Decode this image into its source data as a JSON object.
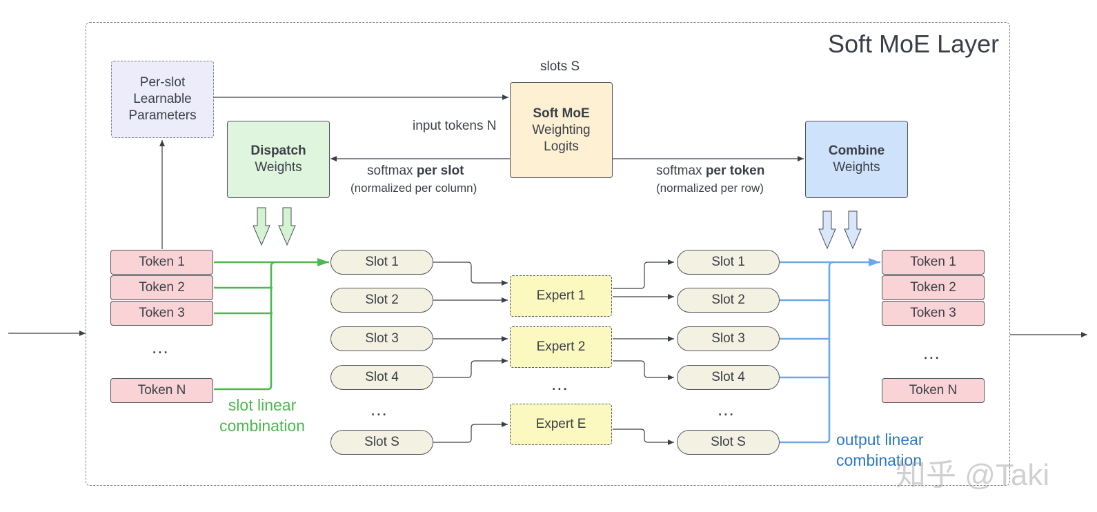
{
  "layer_title": "Soft MoE Layer",
  "per_slot_params": [
    "Per-slot",
    "Learnable",
    "Parameters"
  ],
  "slots_label": "slots S",
  "input_tokens_label": "input tokens N",
  "soft_moe": {
    "bold": "Soft MoE",
    "rest": [
      "Weighting",
      "Logits"
    ]
  },
  "dispatch": {
    "bold": "Dispatch",
    "rest": "Weights"
  },
  "combine": {
    "bold": "Combine",
    "rest": "Weights"
  },
  "softmax_slot": {
    "prefix": "softmax ",
    "bold": "per slot",
    "sub": "(normalized per column)"
  },
  "softmax_token": {
    "prefix": "softmax ",
    "bold": "per token",
    "sub": "(normalized per row)"
  },
  "input_tokens": [
    "Token 1",
    "Token 2",
    "Token 3",
    "Token N"
  ],
  "output_tokens": [
    "Token 1",
    "Token 2",
    "Token 3",
    "Token N"
  ],
  "input_slots": [
    "Slot 1",
    "Slot 2",
    "Slot 3",
    "Slot 4",
    "Slot S"
  ],
  "output_slots": [
    "Slot 1",
    "Slot 2",
    "Slot 3",
    "Slot 4",
    "Slot S"
  ],
  "experts": [
    "Expert 1",
    "Expert 2",
    "Expert E"
  ],
  "ellipsis": "...",
  "slot_combination": [
    "slot linear",
    "combination"
  ],
  "output_combination": [
    "output linear",
    "combination"
  ],
  "watermark": "知乎 @Taki",
  "colors": {
    "green": "#4cb84f",
    "blue": "#6aa8e8",
    "blue_text": "#2f78c4",
    "line": "#3a3f47"
  }
}
